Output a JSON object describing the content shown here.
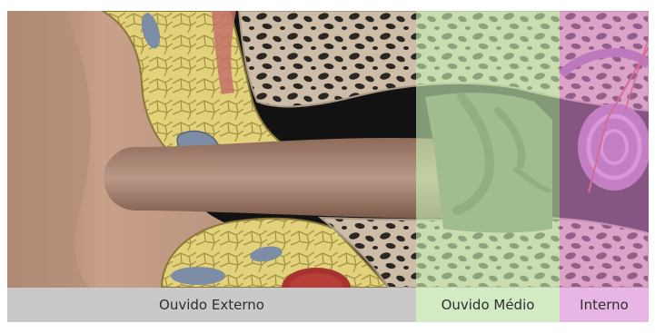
{
  "regions": [
    {
      "id": "external",
      "label": "Ouvido Externo",
      "overlay_color": "#c9c9c9"
    },
    {
      "id": "middle",
      "label": "Ouvido Médio",
      "overlay_color": "#c8f0b4"
    },
    {
      "id": "inner",
      "label": "Interno",
      "overlay_color": "#e58ee0"
    }
  ],
  "colors": {
    "skin": "#c49a82",
    "canal": "#7a5544",
    "fat": "#d8c66a",
    "bone": "#c8b8a4",
    "bone_pores": "#2a2622",
    "nerve_blue": "#7f8fa6",
    "vessel_red": "#a8322f",
    "background": "#121212"
  }
}
